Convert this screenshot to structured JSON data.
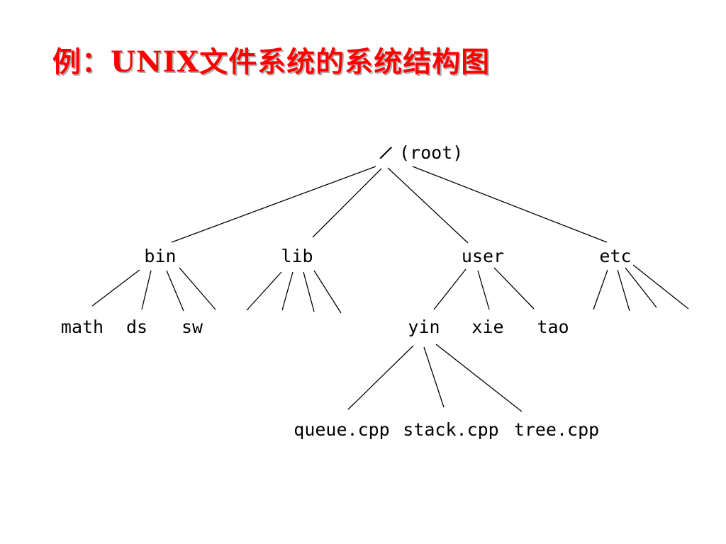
{
  "title": "例：UNIX文件系统的系统结构图",
  "tree": {
    "root_slash": "/",
    "root_label": "(root)",
    "nodes": {
      "bin": "bin",
      "lib": "lib",
      "user": "user",
      "etc": "etc",
      "math": "math",
      "ds": "ds",
      "sw": "sw",
      "yin": "yin",
      "xie": "xie",
      "tao": "tao",
      "queue": "queue.cpp",
      "stack": "stack.cpp",
      "tree": "tree.cpp"
    }
  }
}
